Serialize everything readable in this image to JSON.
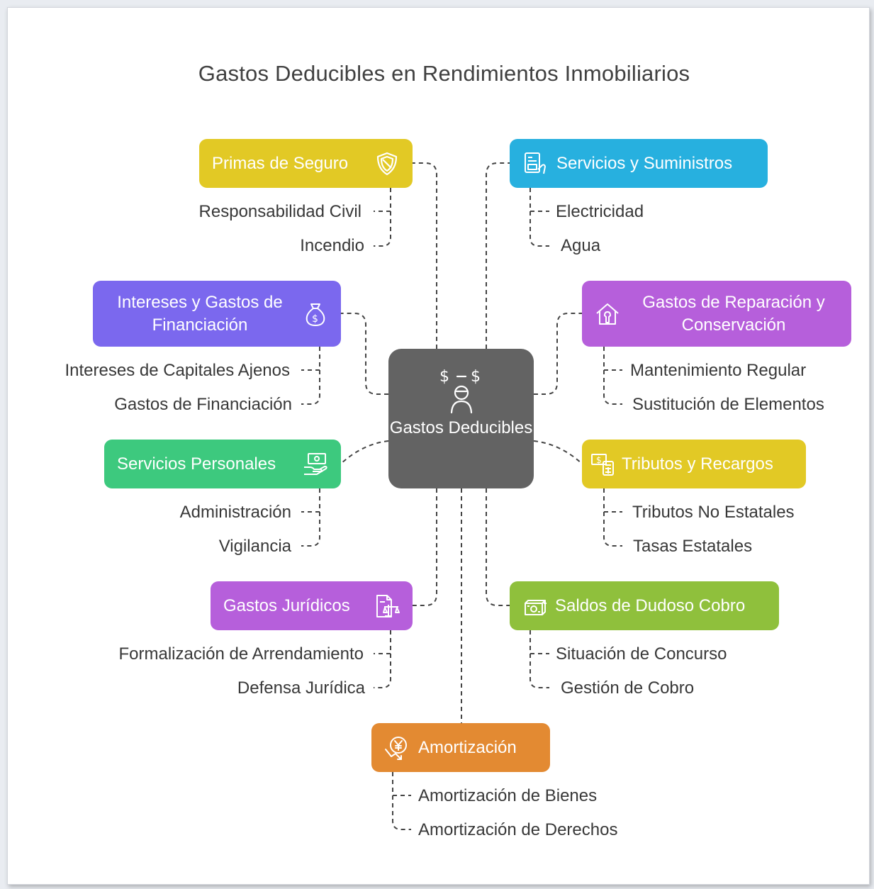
{
  "title": "Gastos Deducibles en Rendimientos Inmobiliarios",
  "center": {
    "label": "Gastos Deducibles",
    "icon": "money-person-icon",
    "color": "#636363"
  },
  "branches": {
    "seguro": {
      "label": "Primas de Seguro",
      "icon": "shield-icon",
      "color": "#e2c925",
      "items": [
        "Responsabilidad Civil",
        "Incendio"
      ]
    },
    "servicios": {
      "label": "Servicios y Suministros",
      "icon": "utility-bill-icon",
      "color": "#27b0df",
      "items": [
        "Electricidad",
        "Agua"
      ]
    },
    "intereses": {
      "label": "Intereses y Gastos de Financiación",
      "icon": "money-bag-icon",
      "color": "#7b68ee",
      "items": [
        "Intereses de Capitales Ajenos",
        "Gastos de Financiación"
      ]
    },
    "reparacion": {
      "label": "Gastos de Reparación y Conservación",
      "icon": "house-repair-icon",
      "color": "#b65fdb",
      "items": [
        "Mantenimiento Regular",
        "Sustitución de Elementos"
      ]
    },
    "personales": {
      "label": "Servicios Personales",
      "icon": "cash-hand-icon",
      "color": "#3dc97e",
      "items": [
        "Administración",
        "Vigilancia"
      ]
    },
    "tributos": {
      "label": "Tributos y Recargos",
      "icon": "calculator-money-icon",
      "color": "#e2c925",
      "items": [
        "Tributos No Estatales",
        "Tasas Estatales"
      ]
    },
    "juridicos": {
      "label": "Gastos Jurídicos",
      "icon": "legal-document-icon",
      "color": "#b65fdb",
      "items": [
        "Formalización de Arrendamiento",
        "Defensa Jurídica"
      ]
    },
    "dudoso": {
      "label": "Saldos de Dudoso Cobro",
      "icon": "money-stack-icon",
      "color": "#8fc03c",
      "items": [
        "Situación de Concurso",
        "Gestión de Cobro"
      ]
    },
    "amortizacion": {
      "label": "Amortización",
      "icon": "yen-decline-icon",
      "color": "#e38a32",
      "items": [
        "Amortización de Bienes",
        "Amortización de Derechos"
      ]
    }
  }
}
